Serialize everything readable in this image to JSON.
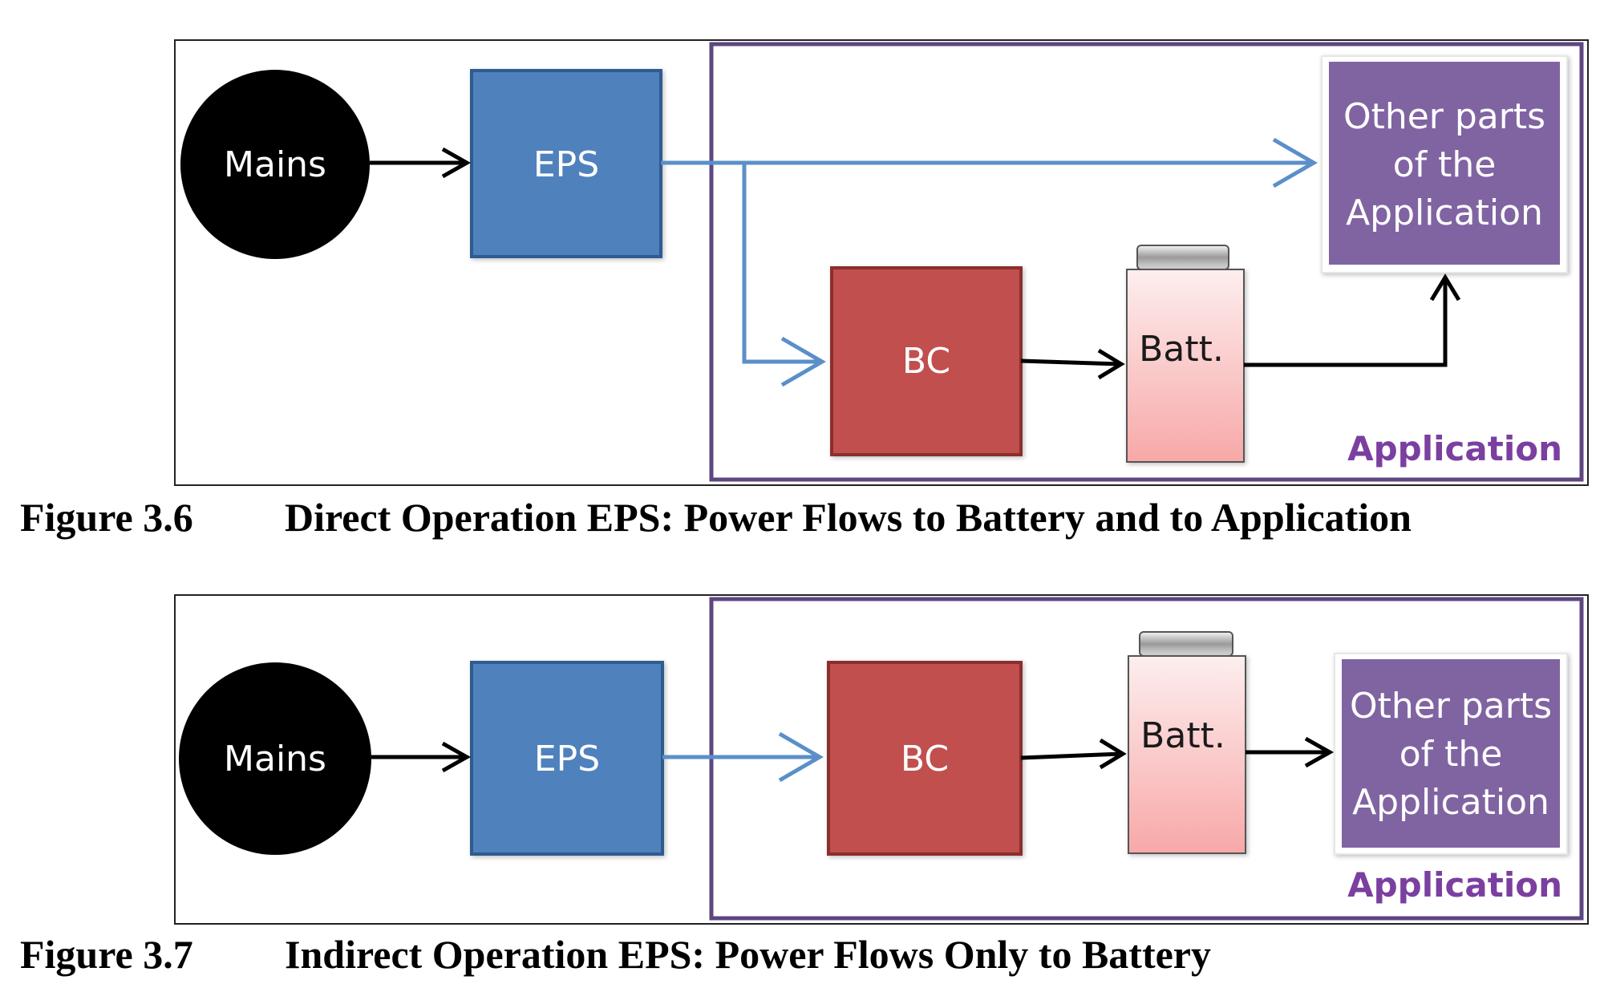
{
  "colors": {
    "mains": "#000000",
    "eps": "#4f81bd",
    "bc": "#c0504d",
    "other": "#8064a2",
    "application_border": "#5e4780",
    "blue_flow": "#5b8fc9",
    "application_label": "#7b3fa0"
  },
  "figures": [
    {
      "nodes": {
        "mains": "Mains",
        "eps": "EPS",
        "bc": "BC",
        "batt": "Batt.",
        "other_line1": "Other parts",
        "other_line2": "of the",
        "other_line3": "Application",
        "application": "Application"
      },
      "caption_number": "Figure 3.6",
      "caption_text": "Direct Operation EPS: Power Flows to Battery and to Application"
    },
    {
      "nodes": {
        "mains": "Mains",
        "eps": "EPS",
        "bc": "BC",
        "batt": "Batt.",
        "other_line1": "Other parts",
        "other_line2": "of the",
        "other_line3": "Application",
        "application": "Application"
      },
      "caption_number": "Figure 3.7",
      "caption_text": "Indirect Operation EPS: Power Flows Only to Battery"
    }
  ]
}
